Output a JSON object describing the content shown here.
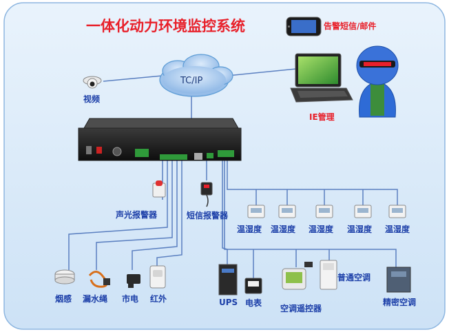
{
  "title": "一体化动力环境监控系统",
  "network_label": "TC/IP",
  "labels": {
    "alarm_sms_email": "告警短信/邮件",
    "video": "视频",
    "ie_manage": "IE管理",
    "sound_light_alarm": "声光报警器",
    "sms_alarm": "短信报警器",
    "humidity": [
      "温湿度",
      "温湿度",
      "温湿度",
      "温湿度",
      "温湿度"
    ],
    "smoke": "烟感",
    "water_leak": "漏水绳",
    "mains": "市电",
    "infrared": "红外",
    "ups": "UPS",
    "meter": "电表",
    "ac_remote": "空调遥控器",
    "normal_ac": "普通空调",
    "precision_ac": "精密空调"
  },
  "colors": {
    "title": "#e8202a",
    "alert_text": "#e8202a",
    "label_blue": "#1c3fa8",
    "line": "#5a7fc0",
    "cloud": "#5b9bd5"
  }
}
